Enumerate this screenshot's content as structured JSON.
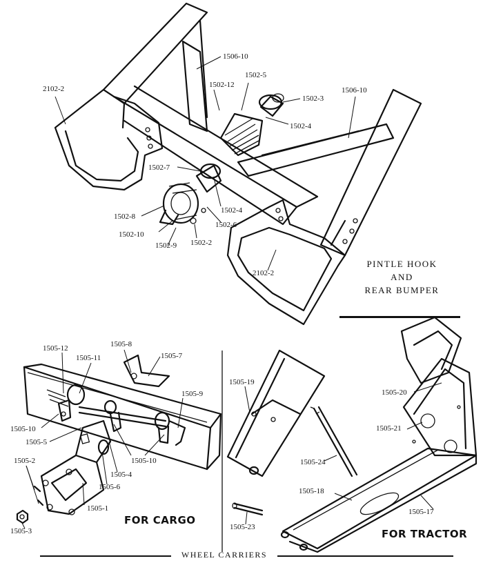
{
  "top_section": {
    "title_lines": [
      "PINTLE HOOK",
      "AND",
      "REAR BUMPER"
    ],
    "labels": {
      "l2102_2_left": "2102-2",
      "l1506_10_top": "1506-10",
      "l1502_5": "1502-5",
      "l1502_12": "1502-12",
      "l1502_3": "1502-3",
      "l1506_10_right": "1506-10",
      "l1502_4_upper": "1502-4",
      "l1502_7": "1502-7",
      "l1502_8": "1502-8",
      "l1502_4_lower": "1502-4",
      "l1502_6": "1502-6",
      "l1502_10": "1502-10",
      "l1502_9": "1502-9",
      "l1502_2": "1502-2",
      "l2102_2_right": "2102-2"
    }
  },
  "cargo_section": {
    "caption": "FOR CARGO",
    "labels": {
      "l1505_12": "1505-12",
      "l1505_8": "1505-8",
      "l1505_11": "1505-11",
      "l1505_7": "1505-7",
      "l1505_9": "1505-9",
      "l1505_10_left": "1505-10",
      "l1505_5": "1505-5",
      "l1505_2": "1505-2",
      "l1505_10_right": "1505-10",
      "l1505_4": "1505-4",
      "l1505_6": "1505-6",
      "l1505_1": "1505-1",
      "l1505_3": "1505-3"
    }
  },
  "tractor_section": {
    "caption": "FOR TRACTOR",
    "labels": {
      "l1505_19": "1505-19",
      "l1505_20": "1505-20",
      "l1505_21": "1505-21",
      "l1505_24": "1505-24",
      "l1505_18": "1505-18",
      "l1505_17": "1505-17",
      "l1505_23": "1505-23"
    }
  },
  "footer": {
    "title": "WHEEL CARRIERS"
  }
}
